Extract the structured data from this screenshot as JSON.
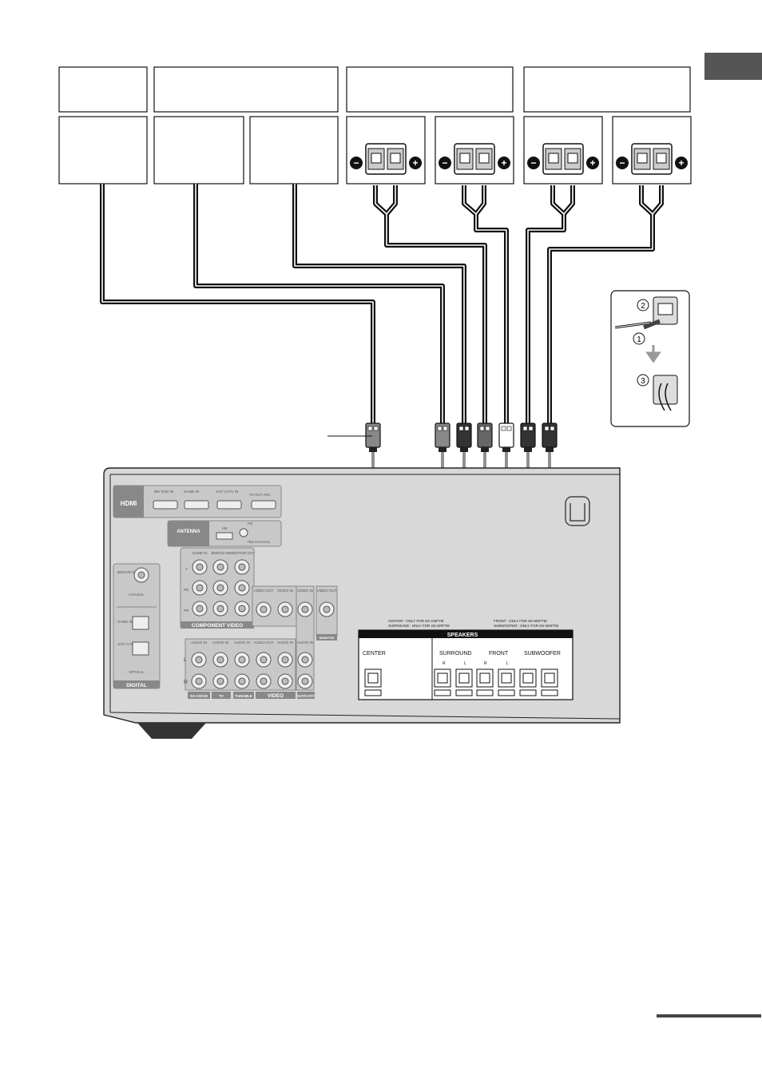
{
  "receiver": {
    "hdmi": {
      "title": "HDMI",
      "inputs": [
        "BD/ DVD IN",
        "GAME IN",
        "SAT/ CATV IN"
      ],
      "output": "TV OUT ARC"
    },
    "antenna": {
      "title": "ANTENNA",
      "am": "AM",
      "fm": "FM",
      "fm_sub": "75Ω COAXIAL"
    },
    "component_video": {
      "title": "COMPONENT VIDEO",
      "columns": [
        "GAME IN",
        "BD/DVD IN",
        "MONITOR OUT"
      ],
      "rows": [
        "Y",
        "PB",
        "PR"
      ]
    },
    "digital": {
      "title": "DIGITAL",
      "coaxial_in": "BD/DVD IN",
      "coaxial_label": "COAXIAL",
      "optical_in_1": "GAME IN",
      "optical_in_2": "SAT/ CATV IN",
      "optical_label": "OPTICAL"
    },
    "audio": {
      "lr": [
        "L",
        "R"
      ],
      "groups": [
        "SA-CD/CD",
        "TV",
        "TUNABLE",
        "VIDEO",
        "SAT/CATV"
      ],
      "col_labels": [
        "AUDIO IN",
        "AUDIO IN",
        "AUDIO IN",
        "AUDIO OUT",
        "AUDIO IN",
        "AUDIO IN"
      ],
      "video_labels": [
        "VIDEO OUT",
        "VIDEO IN",
        "VIDEO IN",
        "VIDEO OUT"
      ],
      "monitor": "MONITOR"
    },
    "speakers": {
      "title": "SPEAKERS",
      "note_left_1": "CENTER : ONLY FOR SS-CNP7M",
      "note_left_2": "SURROUND : ONLY FOR SS-SRP7M",
      "note_right_1": "FRONT : ONLY FOR SS-MSP7M",
      "note_right_2": "SUBWOOFER : ONLY FOR SS-WSP7M",
      "sections": [
        "CENTER",
        "SURROUND",
        "FRONT",
        "SUBWOOFER"
      ],
      "channel_marks": [
        "R",
        "L",
        "R",
        "L"
      ]
    }
  },
  "inset_steps": [
    "2",
    "1",
    "3"
  ],
  "terminal_signs": [
    "−",
    "+"
  ]
}
